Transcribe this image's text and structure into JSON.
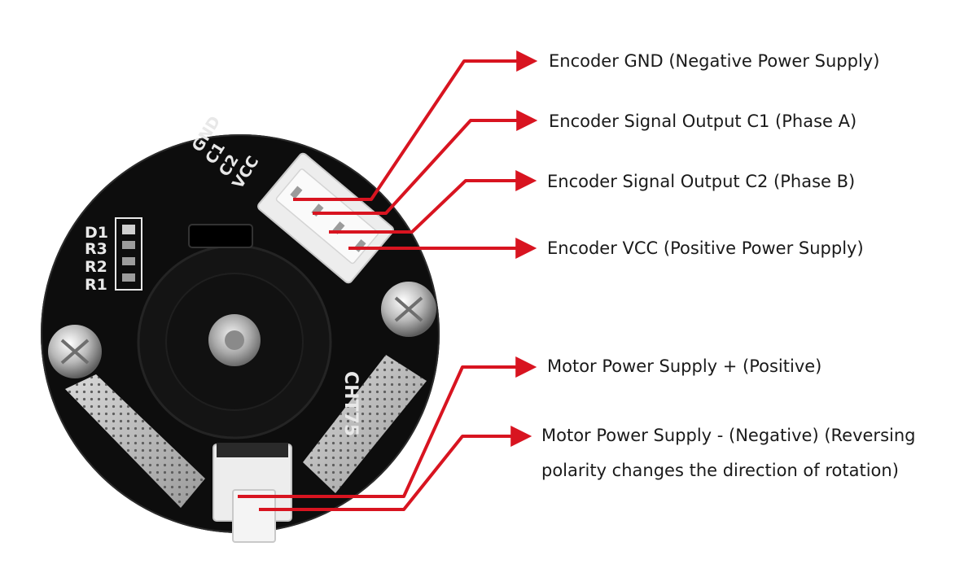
{
  "labels": {
    "encoder_gnd": "Encoder GND (Negative Power Supply)",
    "encoder_c1": "Encoder Signal Output C1 (Phase A)",
    "encoder_c2": "Encoder Signal Output C2 (Phase B)",
    "encoder_vcc": "Encoder VCC (Positive Power Supply)",
    "motor_positive": "Motor Power Supply + (Positive)",
    "motor_negative_line1": "Motor Power Supply - (Negative) (Reversing",
    "motor_negative_line2": "polarity changes the direction of rotation)"
  },
  "board_silkscreen": {
    "pins": [
      "GND",
      "C1",
      "C2",
      "VCC"
    ],
    "components": [
      "D1",
      "R3",
      "R2",
      "R1"
    ],
    "marking": "CHT75"
  },
  "colors": {
    "arrow": "#d81420",
    "board": "#0d0d0d",
    "silkscreen": "#e8e8e8",
    "background": "#ffffff"
  }
}
